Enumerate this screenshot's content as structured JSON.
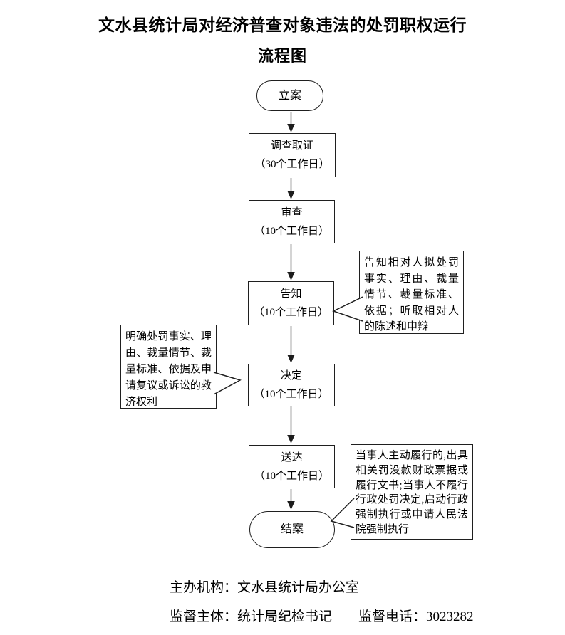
{
  "page": {
    "title_line1": "文水县统计局对经济普查对象违法的处罚职权运行",
    "title_line2": "流程图"
  },
  "flow": {
    "start": {
      "label": "立案"
    },
    "steps": [
      {
        "name": "调查取证",
        "duration": "（30个工作日）"
      },
      {
        "name": "审查",
        "duration": "（10个工作日）"
      },
      {
        "name": "告知",
        "duration": "（10个工作日）"
      },
      {
        "name": "决定",
        "duration": "（10个工作日）"
      },
      {
        "name": "送达",
        "duration": "（10个工作日）"
      }
    ],
    "end": {
      "label": "结案"
    }
  },
  "callouts": {
    "notify": "告知相对人拟处罚事实、理由、裁量情节、裁量标准、依据；听取相对人的陈述和申辩",
    "decide": "明确处罚事实、理由、裁量情节、裁量标准、依据及申请复议或诉讼的救济权利",
    "close": "当事人主动履行的,出具相关罚没款财政票据或履行文书;当事人不履行行政处罚决定,启动行政强制执行或申请人民法院强制执行"
  },
  "footer": {
    "organizer": "主办机构：文水县统计局办公室",
    "supervisor": "监督主体：统计局纪检书记",
    "phone": "监督电话：3023282"
  },
  "colors": {
    "text": "#000000",
    "border": "#1f1f1f",
    "connector": "#6e6e6e",
    "arrowhead": "#1c1c1c",
    "background": "#ffffff"
  }
}
